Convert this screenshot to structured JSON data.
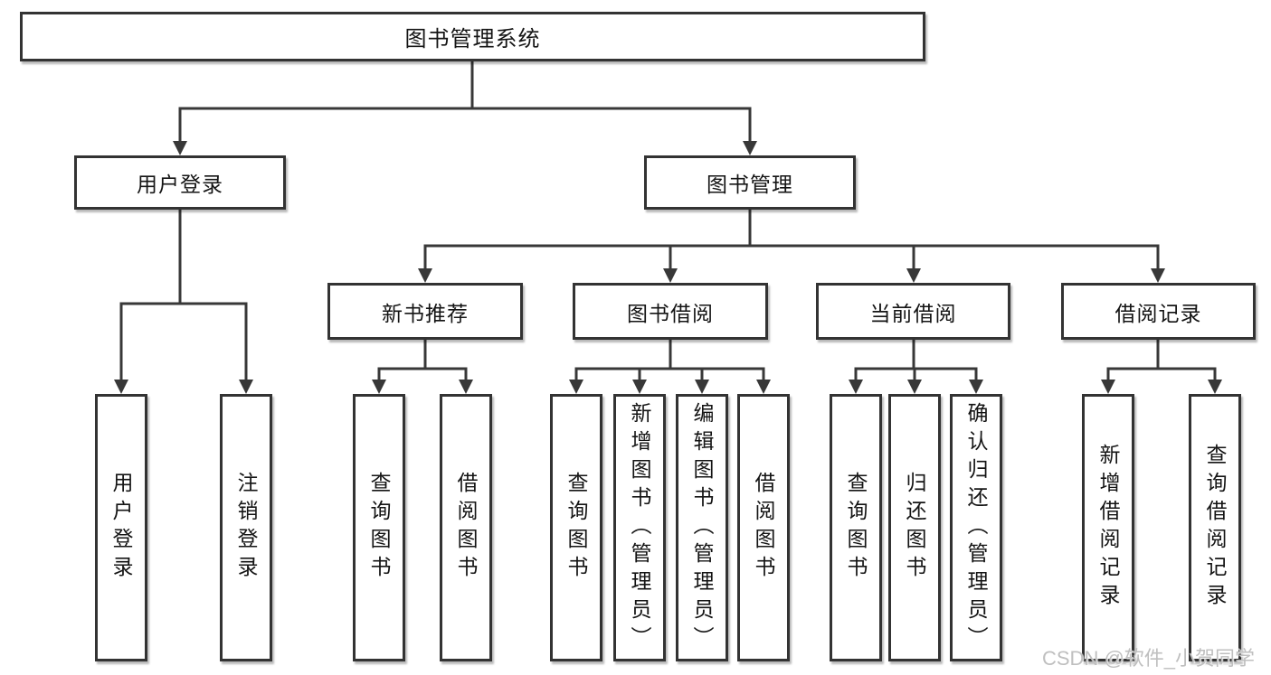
{
  "watermark": "CSDN @软件_小贺同学",
  "colors": {
    "line": "#383838",
    "box_border": "#333333",
    "background": "#ffffff",
    "watermark_text": "#bfbfbf"
  },
  "tree": {
    "label": "图书管理系统",
    "children": [
      {
        "label": "用户登录",
        "children": [
          {
            "label": "用户登录"
          },
          {
            "label": "注销登录"
          }
        ]
      },
      {
        "label": "图书管理",
        "children": [
          {
            "label": "新书推荐",
            "children": [
              {
                "label": "查询图书"
              },
              {
                "label": "借阅图书"
              }
            ]
          },
          {
            "label": "图书借阅",
            "children": [
              {
                "label": "查询图书"
              },
              {
                "label": "新增图书（管理员）"
              },
              {
                "label": "编辑图书（管理员）"
              },
              {
                "label": "借阅图书"
              }
            ]
          },
          {
            "label": "当前借阅",
            "children": [
              {
                "label": "查询图书"
              },
              {
                "label": "归还图书"
              },
              {
                "label": "确认归还（管理员）"
              }
            ]
          },
          {
            "label": "借阅记录",
            "children": [
              {
                "label": "新增借阅记录"
              },
              {
                "label": "查询借阅记录"
              }
            ]
          }
        ]
      }
    ]
  }
}
